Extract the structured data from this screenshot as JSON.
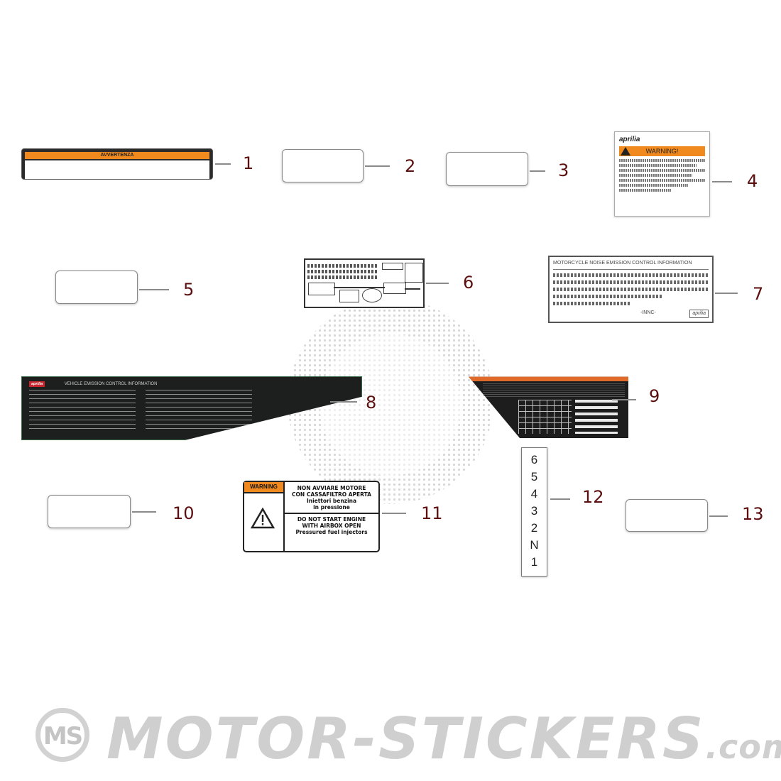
{
  "callouts": [
    "1",
    "2",
    "3",
    "4",
    "5",
    "6",
    "7",
    "8",
    "9",
    "10",
    "11",
    "12",
    "13"
  ],
  "decal1": {
    "band": "AVVERTENZA"
  },
  "decal4": {
    "brand": "aprilia",
    "warning": "WARNING!"
  },
  "decal7": {
    "header": "MOTORCYCLE NOISE EMISSION CONTROL INFORMATION",
    "mark": "-INNC-",
    "logo": "aprilia"
  },
  "decal8": {
    "brand": "aprilia",
    "title": "VEHICLE EMISSION CONTROL INFORMATION"
  },
  "decal11": {
    "tag": "WARNING",
    "it_line1": "NON AVVIARE MOTORE",
    "it_line2": "CON CASSAFILTRO APERTA",
    "it_line3": "Iniettori benzina",
    "it_line4": "in pressione",
    "en_line1": "DO NOT START ENGINE",
    "en_line2": "WITH AIRBOX OPEN",
    "en_line3": "Pressured fuel injectors"
  },
  "decal12": {
    "gears": [
      "6",
      "5",
      "4",
      "3",
      "2",
      "N",
      "1"
    ]
  },
  "watermark": {
    "letters": "MS",
    "site": "MOTOR-STICKERS",
    "tld": ".com"
  },
  "colors": {
    "accent_orange": "#f08a1e",
    "callout_red": "#5c0f0f",
    "decal_dark": "#1d1f1e"
  }
}
